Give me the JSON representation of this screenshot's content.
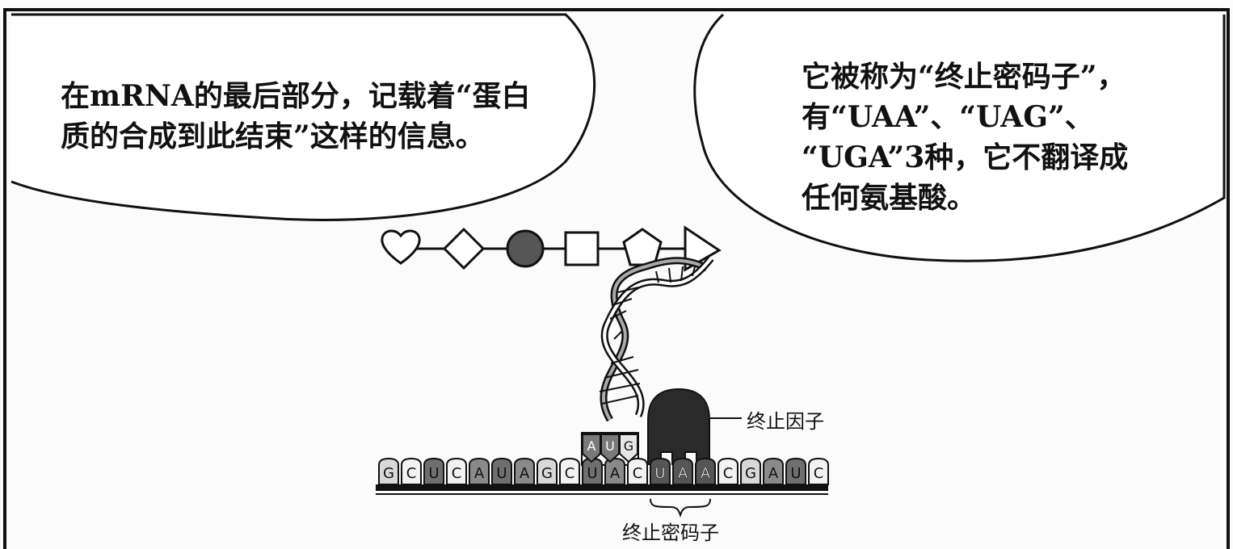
{
  "bubble_left": {
    "lines": [
      "在mRNA的最后部分，记载着“蛋白",
      "质的合成到此结束”这样的信息。"
    ]
  },
  "bubble_right": {
    "lines": [
      "它被称为“终止密码子”，",
      "有“UAA”、“UAG”、",
      "“UGA”3种，它不翻译成",
      "任何氨基酸。"
    ]
  },
  "diagram": {
    "release_factor_label": "终止因子",
    "stop_codon_label": "终止密码子",
    "amino_acid_chain": [
      "heart",
      "diamond",
      "circle-filled",
      "square",
      "pentagon",
      "triangle"
    ],
    "mrna_bases": [
      "G",
      "C",
      "U",
      "C",
      "A",
      "U",
      "A",
      "G",
      "C",
      "U",
      "A",
      "C",
      "U",
      "A",
      "A",
      "C",
      "G",
      "A",
      "U",
      "C"
    ],
    "trna_anticodon": [
      "A",
      "U",
      "G"
    ],
    "stop_codon_positions": [
      12,
      13,
      14
    ],
    "colors": {
      "ink": "#111111",
      "paper": "#fbfbfb",
      "base_A": "#8a8a8a",
      "base_U": "#6f6f6f",
      "base_G": "#d8d8d8",
      "base_C": "#f2f2f2",
      "stop_base": "#555555",
      "release_factor": "#2a2a2a"
    }
  }
}
